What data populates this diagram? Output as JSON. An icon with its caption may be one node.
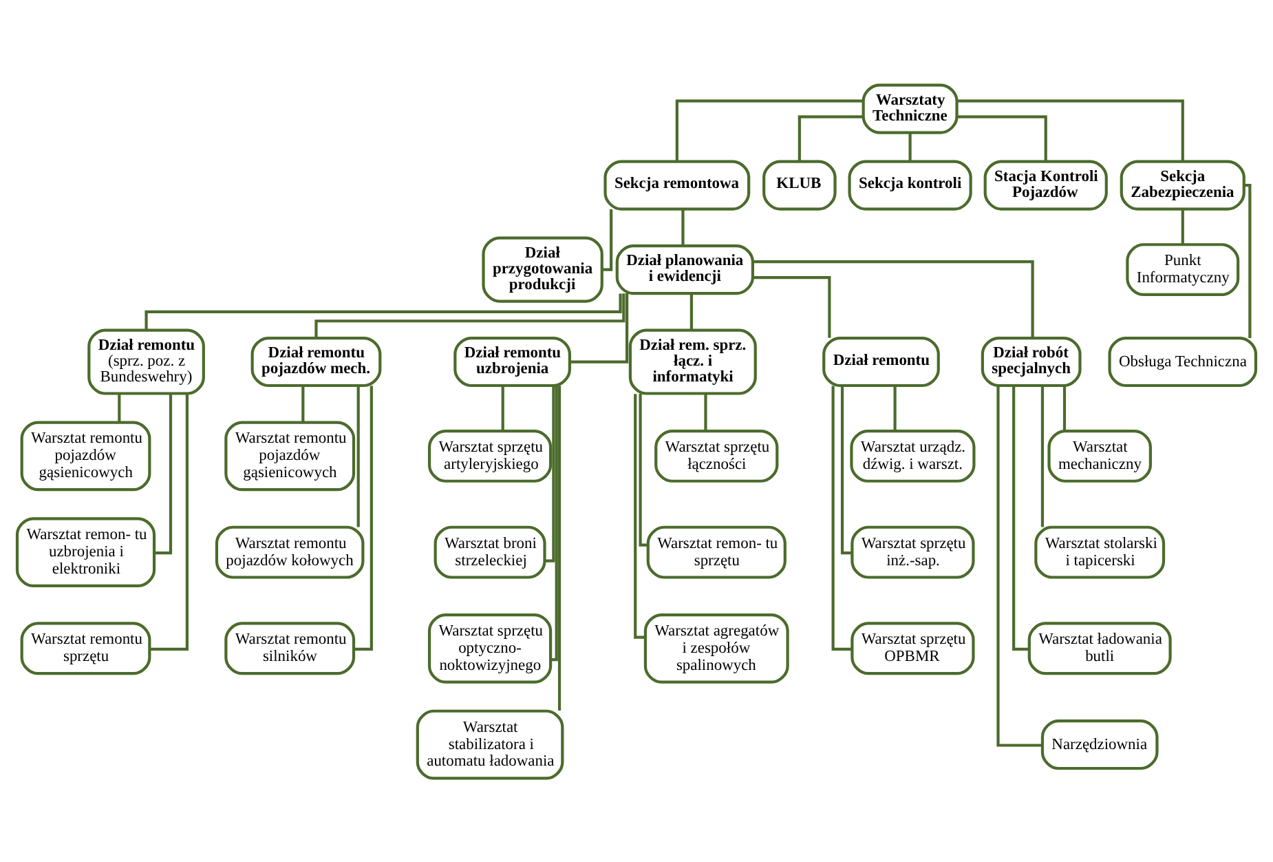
{
  "diagram": {
    "nodes": [
      {
        "text": [
          "Warsztaty Techniczne"
        ]
      },
      {
        "text": [
          "Sekcja remontowa"
        ]
      },
      {
        "text": [
          "Dział przygotowania produkcji"
        ]
      },
      {
        "text": [
          "Dział planowania i ewidencji"
        ]
      },
      {
        "text": [
          "KLUB"
        ]
      },
      {
        "text": [
          "Sekcja kontroli"
        ]
      },
      {
        "text": [
          "Stacja Kontroli Pojazdów"
        ]
      },
      {
        "text": [
          "Sekcja Zabezpieczenia"
        ]
      },
      {
        "text": [
          "Punkt Informatyczny"
        ]
      },
      {
        "text": [
          "Obsługa Techniczna"
        ]
      },
      {
        "text": [
          "Dział remontu",
          "(sprz. poz. z Bundeswehry)"
        ]
      },
      {
        "text": [
          "Warsztat remontu pojazdów gąsienicowych"
        ]
      },
      {
        "text": [
          "Warsztat remon- tu uzbrojenia i elektroniki"
        ]
      },
      {
        "text": [
          "Warsztat remontu sprzętu"
        ]
      },
      {
        "text": [
          "Dział remontu pojazdów mech."
        ]
      },
      {
        "text": [
          "Warsztat remontu pojazdów gąsienicowych"
        ]
      },
      {
        "text": [
          "Warsztat remontu pojazdów kołowych"
        ]
      },
      {
        "text": [
          "Warsztat remontu silników"
        ]
      },
      {
        "text": [
          "Dział remontu uzbrojenia"
        ]
      },
      {
        "text": [
          "Warsztat sprzętu artyleryjskiego"
        ]
      },
      {
        "text": [
          "Warsztat broni strzeleckiej"
        ]
      },
      {
        "text": [
          "Warsztat sprzętu optyczno- noktowizyjnego"
        ]
      },
      {
        "text": [
          "Warsztat stabilizatora i automatu ładowania"
        ]
      },
      {
        "text": [
          "Dział rem. sprz. łącz. i informatyki"
        ]
      },
      {
        "text": [
          "Warsztat sprzętu łączności"
        ]
      },
      {
        "text": [
          "Warsztat remon- tu sprzętu"
        ]
      },
      {
        "text": [
          "Warsztat agregatów i zespołów spalinowych"
        ]
      },
      {
        "text": [
          "Dział remontu"
        ]
      },
      {
        "text": [
          "Warsztat urządz. dźwig. i warszt."
        ]
      },
      {
        "text": [
          "Warsztat sprzętu inż.-sap."
        ]
      },
      {
        "text": [
          "Warsztat sprzętu OPBMR"
        ]
      },
      {
        "text": [
          "Dział robót specjalnych"
        ]
      },
      {
        "text": [
          "Warsztat mechaniczny"
        ]
      },
      {
        "text": [
          "Warsztat stolarski i tapicerski"
        ]
      },
      {
        "text": [
          "Warsztat ładowania butli"
        ]
      },
      {
        "text": [
          "Narzędziownia"
        ]
      }
    ],
    "edges": [
      {
        "from": 0,
        "to": 1,
        "arrow": "none"
      },
      {
        "from": 0,
        "to": 4,
        "arrow": "none"
      },
      {
        "from": 0,
        "to": 5,
        "arrow": "none"
      },
      {
        "from": 0,
        "to": 6,
        "arrow": "none"
      },
      {
        "from": 0,
        "to": 7,
        "arrow": "none"
      },
      {
        "from": 1,
        "to": 2,
        "arrow": "none"
      },
      {
        "from": 1,
        "to": 3,
        "arrow": "none"
      },
      {
        "from": 7,
        "to": 8,
        "arrow": "none"
      },
      {
        "from": 7,
        "to": 9,
        "arrow": "none"
      },
      {
        "from": 3,
        "to": 10,
        "arrow": "none"
      },
      {
        "from": 3,
        "to": 14,
        "arrow": "none"
      },
      {
        "from": 3,
        "to": 18,
        "arrow": "none"
      },
      {
        "from": 3,
        "to": 23,
        "arrow": "none"
      },
      {
        "from": 3,
        "to": 27,
        "arrow": "none"
      },
      {
        "from": 3,
        "to": 31,
        "arrow": "none"
      },
      {
        "from": 10,
        "to": 11,
        "arrow": "none"
      },
      {
        "from": 10,
        "to": 12,
        "arrow": "none"
      },
      {
        "from": 10,
        "to": 13,
        "arrow": "none"
      },
      {
        "from": 14,
        "to": 15,
        "arrow": "none"
      },
      {
        "from": 14,
        "to": 16,
        "arrow": "none"
      },
      {
        "from": 14,
        "to": 17,
        "arrow": "none"
      },
      {
        "from": 18,
        "to": 19,
        "arrow": "none"
      },
      {
        "from": 18,
        "to": 20,
        "arrow": "none"
      },
      {
        "from": 18,
        "to": 21,
        "arrow": "none"
      },
      {
        "from": 18,
        "to": 22,
        "arrow": "none"
      },
      {
        "from": 23,
        "to": 24,
        "arrow": "none"
      },
      {
        "from": 23,
        "to": 25,
        "arrow": "none"
      },
      {
        "from": 23,
        "to": 26,
        "arrow": "none"
      },
      {
        "from": 27,
        "to": 28,
        "arrow": "none"
      },
      {
        "from": 27,
        "to": 29,
        "arrow": "none"
      },
      {
        "from": 27,
        "to": 30,
        "arrow": "none"
      },
      {
        "from": 31,
        "to": 32,
        "arrow": "none"
      },
      {
        "from": 31,
        "to": 33,
        "arrow": "none"
      },
      {
        "from": 31,
        "to": 34,
        "arrow": "none"
      },
      {
        "from": 31,
        "to": 35,
        "arrow": "none"
      }
    ]
  }
}
